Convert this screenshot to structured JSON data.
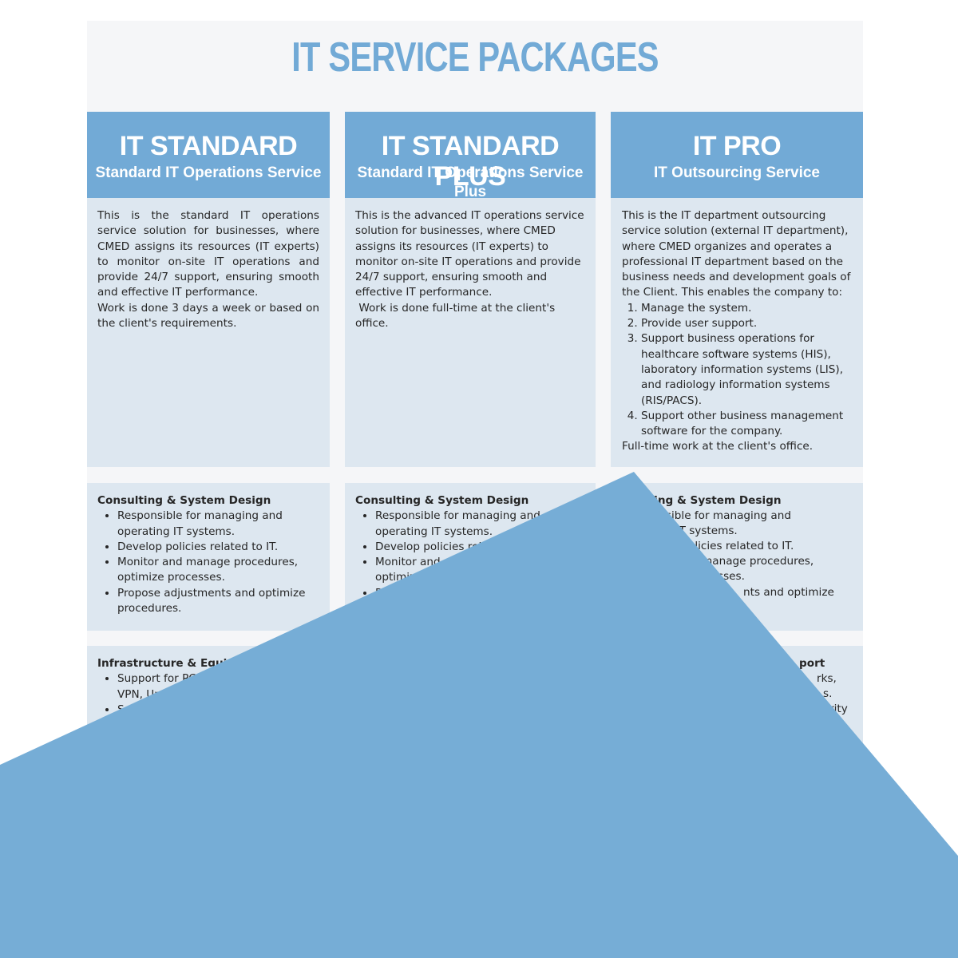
{
  "page_title": "IT SERVICE PACKAGES",
  "packages": [
    {
      "name": "IT STANDARD",
      "subtitle": "Standard IT Operations Service",
      "description": [
        "This is the standard IT operations service solution for businesses, where CMED assigns its resources (IT experts) to monitor on-site IT operations and provide 24/7 support, ensuring smooth and effective IT performance.",
        "Work is done 3 days a week or based on the client's requirements."
      ],
      "section1_title": "Consulting & System Design",
      "section1_items": [
        "Responsible for managing and operating IT systems.",
        "Develop policies related to IT.",
        "Monitor and manage procedures, optimize processes.",
        "Propose adjustments and optimize procedures."
      ],
      "section2_title": "Infrastructure & Equip",
      "section2_items": [
        "Support for PC",
        "VPN, Un",
        "S"
      ]
    },
    {
      "name": "IT STANDARD PLUS",
      "subtitle": "Standard IT Operations Service Plus",
      "description": [
        "This is the advanced IT operations service solution for businesses, where CMED assigns its resources (IT experts) to monitor on-site IT operations and provide 24/7 support, ensuring smooth and effective IT performance.",
        " Work is done full-time at the client's office."
      ],
      "section1_title": "Consulting & System Design",
      "section1_items": [
        "Responsible for managing and operating IT systems.",
        "Develop policies rel",
        "Monitor and",
        "optimiz",
        "P"
      ]
    },
    {
      "name": "IT PRO",
      "subtitle": "IT Outsourcing Service",
      "description_intro": "This is the IT department outsourcing service solution (external IT department), where CMED organizes and operates a professional IT department based on the business needs and development goals of the Client. This enables the company to:",
      "description_list": [
        "Manage the system.",
        "Provide user support.",
        "Support business operations for healthcare software systems (HIS), laboratory information systems (LIS), and radiology information systems (RIS/PACS).",
        "Support other business management software for the company."
      ],
      "description_outro": "Full-time work at the client's office.",
      "section1_title": "lting & System Design",
      "section1_lines": [
        "onsible for managing and",
        "ng IT systems.",
        "olicies related to IT.",
        "manage procedures,",
        "sses.",
        "nts and optimize"
      ],
      "section2_title": "port",
      "section2_lines": [
        "rks,",
        "s.",
        "rity"
      ]
    }
  ],
  "colors": {
    "accent": "#72aad6",
    "panel": "#dde7f0",
    "overlay": "#76add6"
  }
}
